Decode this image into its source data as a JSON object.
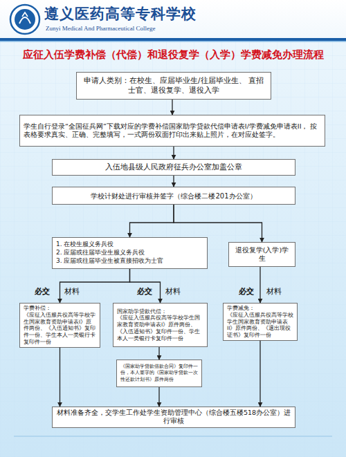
{
  "diagram": {
    "title": "应征入伍学费补偿（代偿）和退役复学（入学）学费减免办理流程",
    "nodes": [
      {
        "text": [
          "申请人类别：在校生、应届毕业生/往届毕业生、 直招士官、退役复学、退役入学"
        ]
      },
      {
        "text": [
          "学生自行登录“全国征兵网”下载对应的学费补偿国家助学贷款代偿申请表I/学费减免申请表II， 按表格要求真实、正确、完整填写，一式两份双面打印出来贴上照片，在对应处签字。"
        ]
      },
      {
        "text": [
          "入伍地县级人民政府征兵办公室加盖公章"
        ]
      },
      {
        "text": [
          "学校计财处进行审核并签字（综合楼二楼201办公室）"
        ]
      },
      {
        "text": [
          "1. 在校生服义务兵役",
          "2. 应届或往届毕业生服义务兵役",
          "3. 应届或往届毕业生被直接招收为士官"
        ]
      },
      {
        "text": [
          "退役复学(入学)学生"
        ]
      },
      {
        "text": [
          "学费补偿：",
          "《应征入伍服兵役高等学校学生国家教育资助申请表I》原件两份、《入伍通知书》复印件一份、学生本人一类银行卡复印件一份"
        ]
      },
      {
        "text": [
          "国家助学贷款代偿：",
          "《应征入伍服兵役高等学校学生国家教育资助申请表I》原件两份、《入伍通知书》复印件一份、学生本人一类银行卡复印件一份"
        ]
      },
      {
        "text": [
          "学费减免：",
          "《应征入伍服兵役高等学校学生国家教育资助申请表II》原件两份、《退出现役证书》复印件一份"
        ]
      },
      {
        "text": [
          "《国家助学贷款借款合同》复印件一份，本人签字的《国家助学贷款一次性还款计划书》原件两份"
        ]
      },
      {
        "text": [
          "材料准备齐全，交学生工作处学生资助管理中心（综合楼五楼518办公室）进行审核"
        ]
      }
    ],
    "edges": [
      {
        "from": 0,
        "to": 1,
        "arrow": "to"
      },
      {
        "from": 1,
        "to": 2,
        "arrow": "to"
      },
      {
        "from": 2,
        "to": 3,
        "arrow": "to"
      },
      {
        "from": 3,
        "to": 4,
        "arrow": "to"
      },
      {
        "from": 3,
        "to": 5,
        "arrow": "to"
      },
      {
        "from": 4,
        "to": 6,
        "arrow": "to"
      },
      {
        "from": 4,
        "to": 7,
        "arrow": "to"
      },
      {
        "from": 5,
        "to": 8,
        "arrow": "to"
      },
      {
        "from": 7,
        "to": 9,
        "arrow": "to"
      },
      {
        "from": 6,
        "to": 10,
        "arrow": "to"
      },
      {
        "from": 9,
        "to": 10,
        "arrow": "to"
      },
      {
        "from": 8,
        "to": 10,
        "arrow": "to"
      }
    ],
    "labels": [
      "遵义医药高等专科学校",
      "Zunyi Medical And Pharmaceutical College",
      "必交",
      "材料",
      "必交",
      "材料",
      "必交",
      "材料"
    ]
  }
}
